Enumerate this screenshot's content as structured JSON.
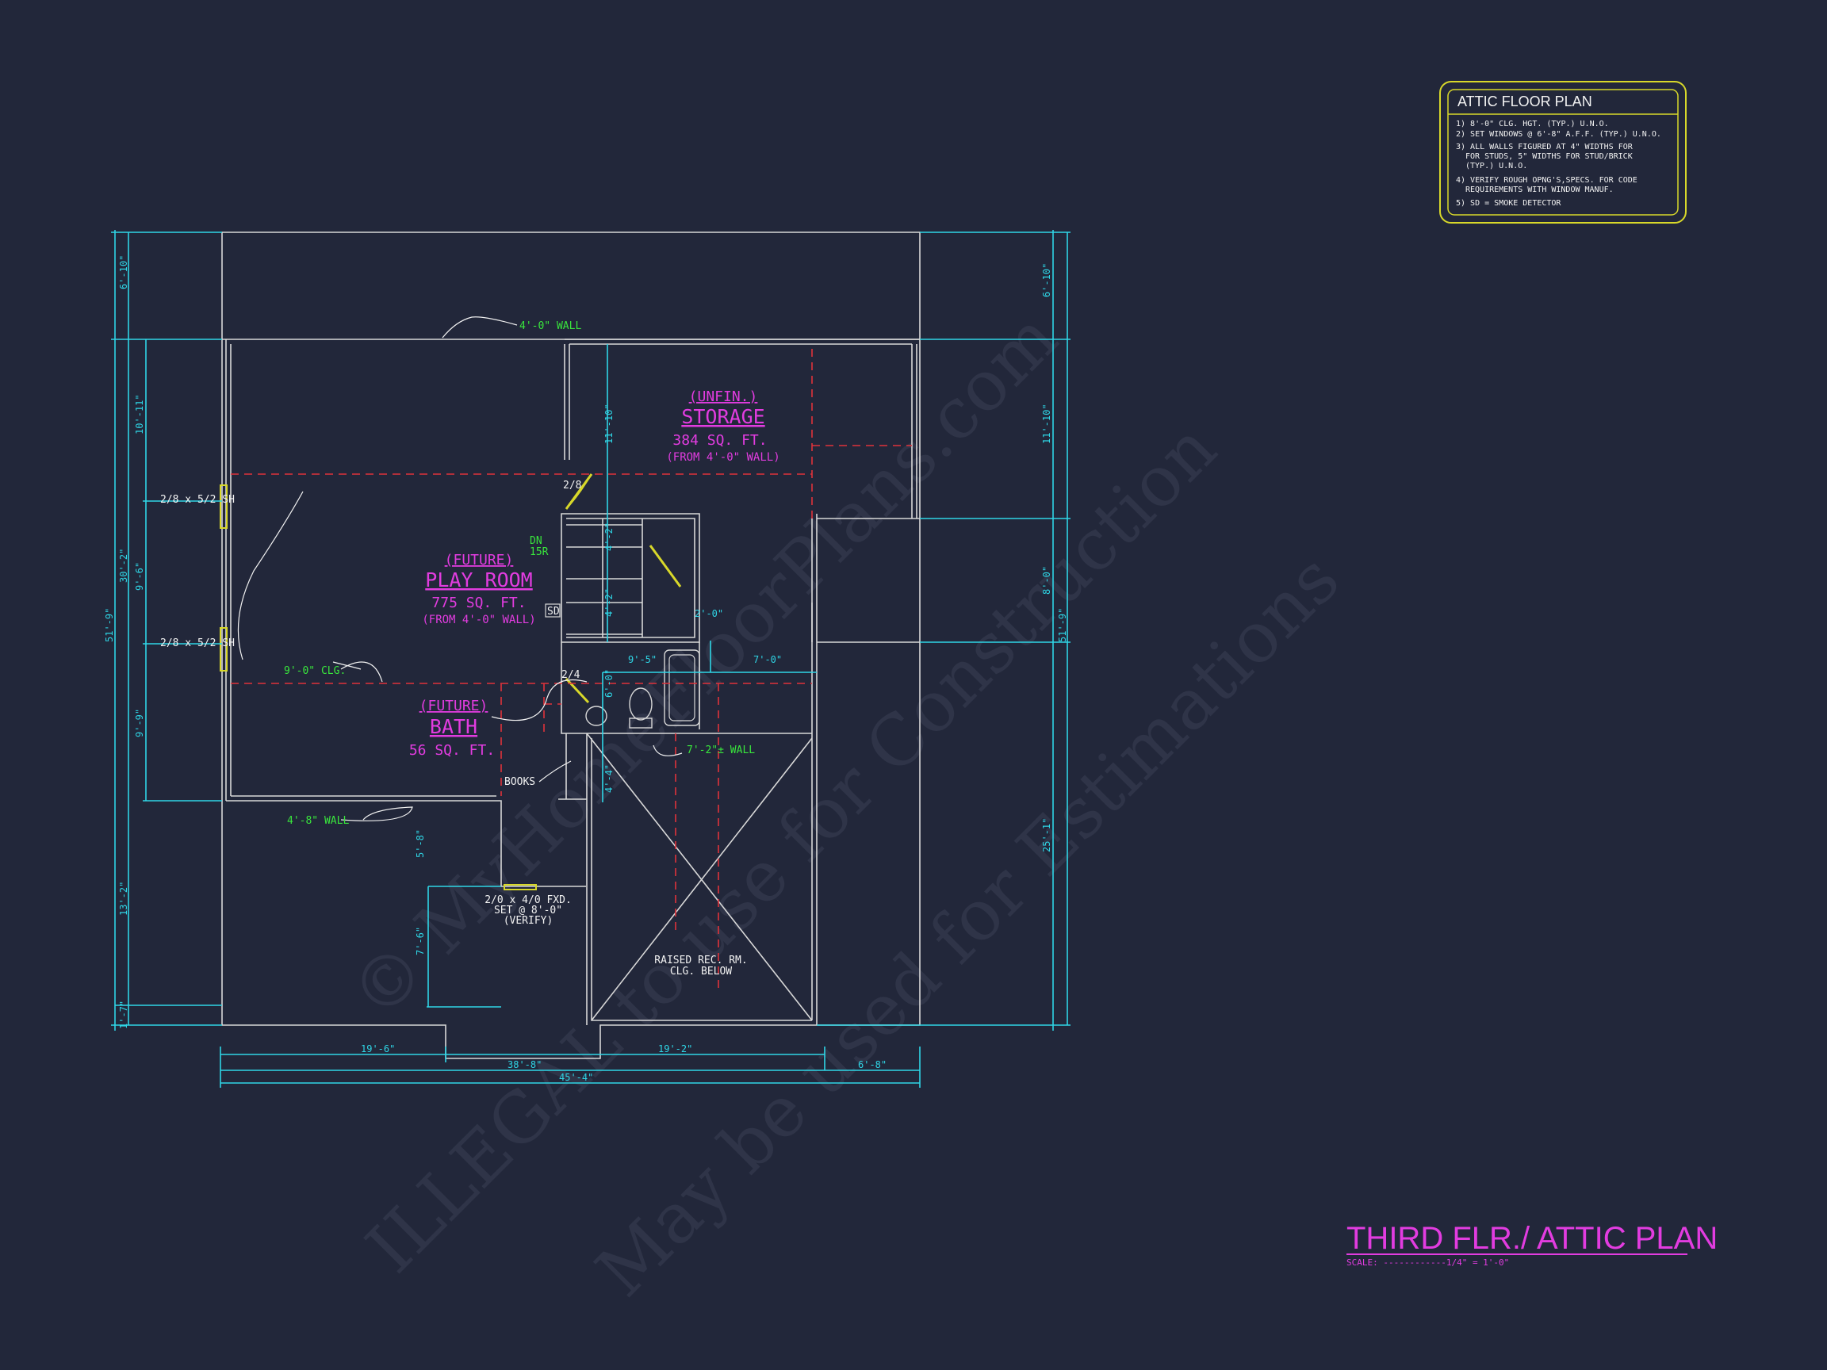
{
  "title_block": {
    "title": "ATTIC FLOOR PLAN",
    "notes": [
      "1) 8'-0\"  CLG. HGT. (TYP.) U.N.O.",
      "2) SET WINDOWS @ 6'-8\" A.F.F. (TYP.) U.N.O.",
      "3) ALL WALLS FIGURED AT 4\" WIDTHS FOR",
      "FOR STUDS, 5\" WIDTHS FOR STUD/BRICK",
      "(TYP.) U.N.O.",
      "4) VERIFY ROUGH OPNG'S,SPECS. FOR CODE",
      "REQUIREMENTS WITH WINDOW MANUF.",
      "5) SD = SMOKE DETECTOR"
    ]
  },
  "drawing_title": {
    "name": "THIRD FLR./ ATTIC PLAN",
    "scale": "SCALE: ------------1/4\" = 1'-0\""
  },
  "watermark": {
    "line1": "© MyHomeFloorPlans.com",
    "line2": "ILLEGAL to use for Construction",
    "line3": "May be used for Estimations"
  },
  "rooms": {
    "storage": {
      "pre": "(UNFIN.)",
      "name": "STORAGE",
      "area": "384 SQ. FT.",
      "note": "(FROM 4'-0\" WALL)"
    },
    "play_room": {
      "pre": "(FUTURE)",
      "name": "PLAY ROOM",
      "area": "775 SQ. FT.",
      "note": "(FROM 4'-0\" WALL)"
    },
    "bath": {
      "pre": "(FUTURE)",
      "name": "BATH",
      "area": "56 SQ. FT."
    }
  },
  "annotations": {
    "wall_top": "4'-0\" WALL",
    "wall_bottom": "4'-8\" WALL",
    "wall_half": "7'-2\"± WALL",
    "clg": "9'-0\" CLG.",
    "dn": "DN",
    "risers": "15R",
    "win1": "2/8 x 5/2 SH",
    "win2": "2/8 x 5/2 SH",
    "door_28": "2/8",
    "door_24": "2/4",
    "sd": "SD",
    "books": "BOOKS",
    "fxd1": "2/0 x 4/0 FXD.",
    "fxd2": "SET @ 8'-0\"",
    "fxd3": "(VERIFY)",
    "raised1": "RAISED REC. RM.",
    "raised2": "CLG. BELOW"
  },
  "dims": {
    "l_6_10": "6'-10\"",
    "l_10_11": "10'-11\"",
    "l_30_2": "30'-2\"",
    "l_9_6": "9'-6\"",
    "l_9_9": "9'-9\"",
    "l_51_9": "51'-9\"",
    "l_13_2": "13'-2\"",
    "l_1_7": "1'-7\"",
    "r_6_10": "6'-10\"",
    "r_11_10": "11'-10\"",
    "r_8_0": "8'-0\"",
    "r_51_9": "51'-9\"",
    "r_25_1": "25'-1\"",
    "i_11_10": "11'-10\"",
    "i_4_2a": "4'-2\"",
    "i_4_2b": "4'-2\"",
    "i_9_5": "9'-5\"",
    "i_7_0": "7'-0\"",
    "i_2_0": "2'-0\"",
    "i_6_0": "6'-0\"",
    "i_4_4": "4'-4\"",
    "i_5_8": "5'-8\"",
    "i_7_6": "7'-6\"",
    "b_19_6": "19'-6\"",
    "b_19_2": "19'-2\"",
    "b_38_8": "38'-8\"",
    "b_6_8": "6'-8\"",
    "b_45_4": "45'-4\""
  },
  "colors": {
    "background": "#22273a",
    "dimension": "#2fd6e6",
    "wall": "#d8d8d8",
    "ceiling_line": "#e0323a",
    "annotation": "#39e63c",
    "room_label": "#e23ce0",
    "title_block": "#d8d82a"
  }
}
